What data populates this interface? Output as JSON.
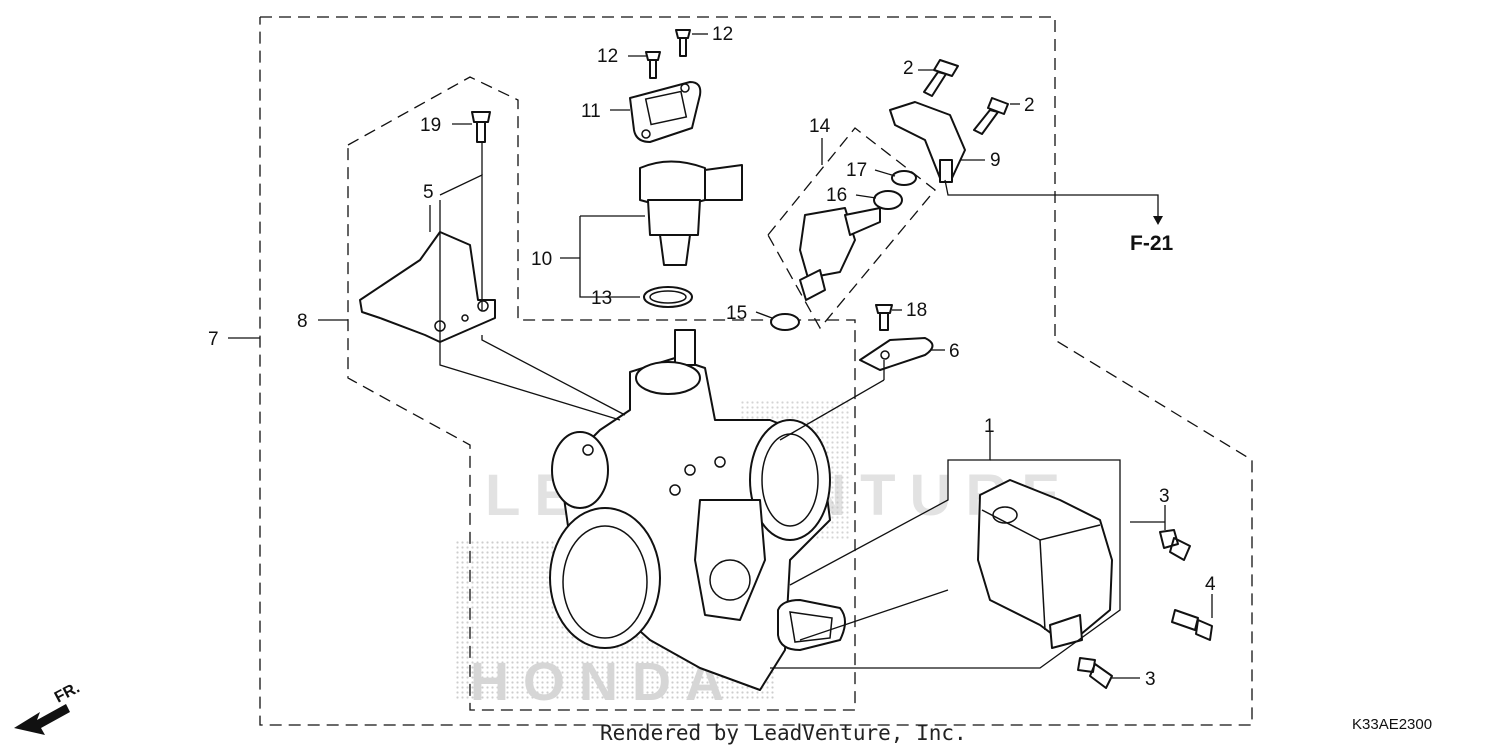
{
  "diagram": {
    "callouts": [
      {
        "id": "c1",
        "label": "1"
      },
      {
        "id": "c2a",
        "label": "2"
      },
      {
        "id": "c2b",
        "label": "2"
      },
      {
        "id": "c3a",
        "label": "3"
      },
      {
        "id": "c3b",
        "label": "3"
      },
      {
        "id": "c4",
        "label": "4"
      },
      {
        "id": "c5",
        "label": "5"
      },
      {
        "id": "c6",
        "label": "6"
      },
      {
        "id": "c7",
        "label": "7"
      },
      {
        "id": "c8",
        "label": "8"
      },
      {
        "id": "c9",
        "label": "9"
      },
      {
        "id": "c10",
        "label": "10"
      },
      {
        "id": "c11",
        "label": "11"
      },
      {
        "id": "c12a",
        "label": "12"
      },
      {
        "id": "c12b",
        "label": "12"
      },
      {
        "id": "c13",
        "label": "13"
      },
      {
        "id": "c14",
        "label": "14"
      },
      {
        "id": "c15",
        "label": "15"
      },
      {
        "id": "c16",
        "label": "16"
      },
      {
        "id": "c17",
        "label": "17"
      },
      {
        "id": "c18",
        "label": "18"
      },
      {
        "id": "c19",
        "label": "19"
      }
    ],
    "reference": "F-21",
    "front_indicator": "FR.",
    "diagram_code": "K33AE2300",
    "credit": "Rendered by LeadVenture, Inc.",
    "watermark": "LEADVENTURE",
    "brand_watermark": "HONDA"
  }
}
